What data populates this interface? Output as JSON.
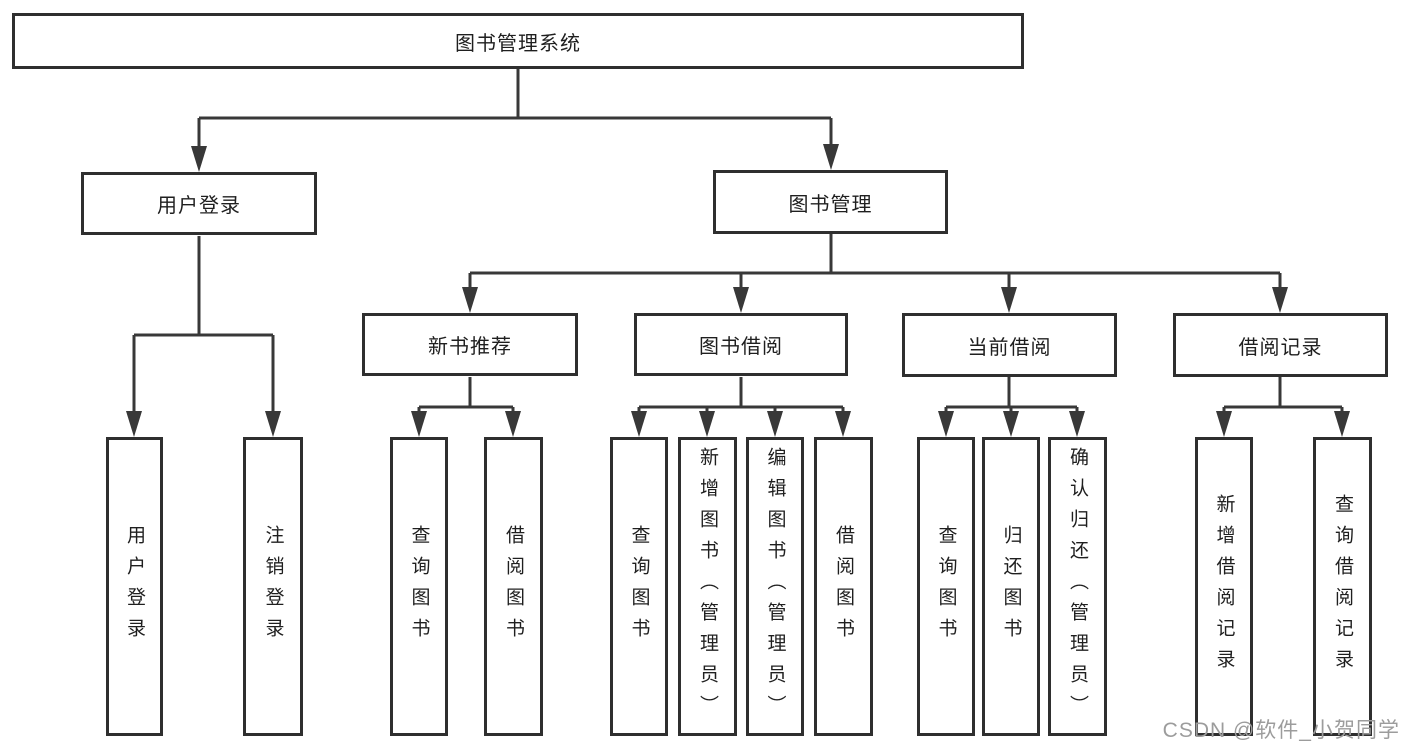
{
  "diagram": {
    "title": "图书管理系统",
    "root": {
      "label": "图书管理系统"
    },
    "branches": [
      {
        "label": "用户登录",
        "children": [
          {
            "label": "用户登录"
          },
          {
            "label": "注销登录"
          }
        ]
      },
      {
        "label": "图书管理",
        "children": [
          {
            "label": "新书推荐",
            "children": [
              {
                "label": "查询图书"
              },
              {
                "label": "借阅图书"
              }
            ]
          },
          {
            "label": "图书借阅",
            "children": [
              {
                "label": "查询图书"
              },
              {
                "label": "新增图书（管理员）"
              },
              {
                "label": "编辑图书（管理员）"
              },
              {
                "label": "借阅图书"
              }
            ]
          },
          {
            "label": "当前借阅",
            "children": [
              {
                "label": "查询图书"
              },
              {
                "label": "归还图书"
              },
              {
                "label": "确认归还（管理员）"
              }
            ]
          },
          {
            "label": "借阅记录",
            "children": [
              {
                "label": "新增借阅记录"
              },
              {
                "label": "查询借阅记录"
              }
            ]
          }
        ]
      }
    ],
    "colors": {
      "line": "#383838",
      "box_border": "#2f2f2f",
      "box_fill": "#ffffff",
      "text": "#1f1f1f",
      "watermark_text": "#9c9c9c",
      "background": "#ffffff"
    }
  },
  "watermark": {
    "text": "CSDN @软件_小贺同学"
  }
}
